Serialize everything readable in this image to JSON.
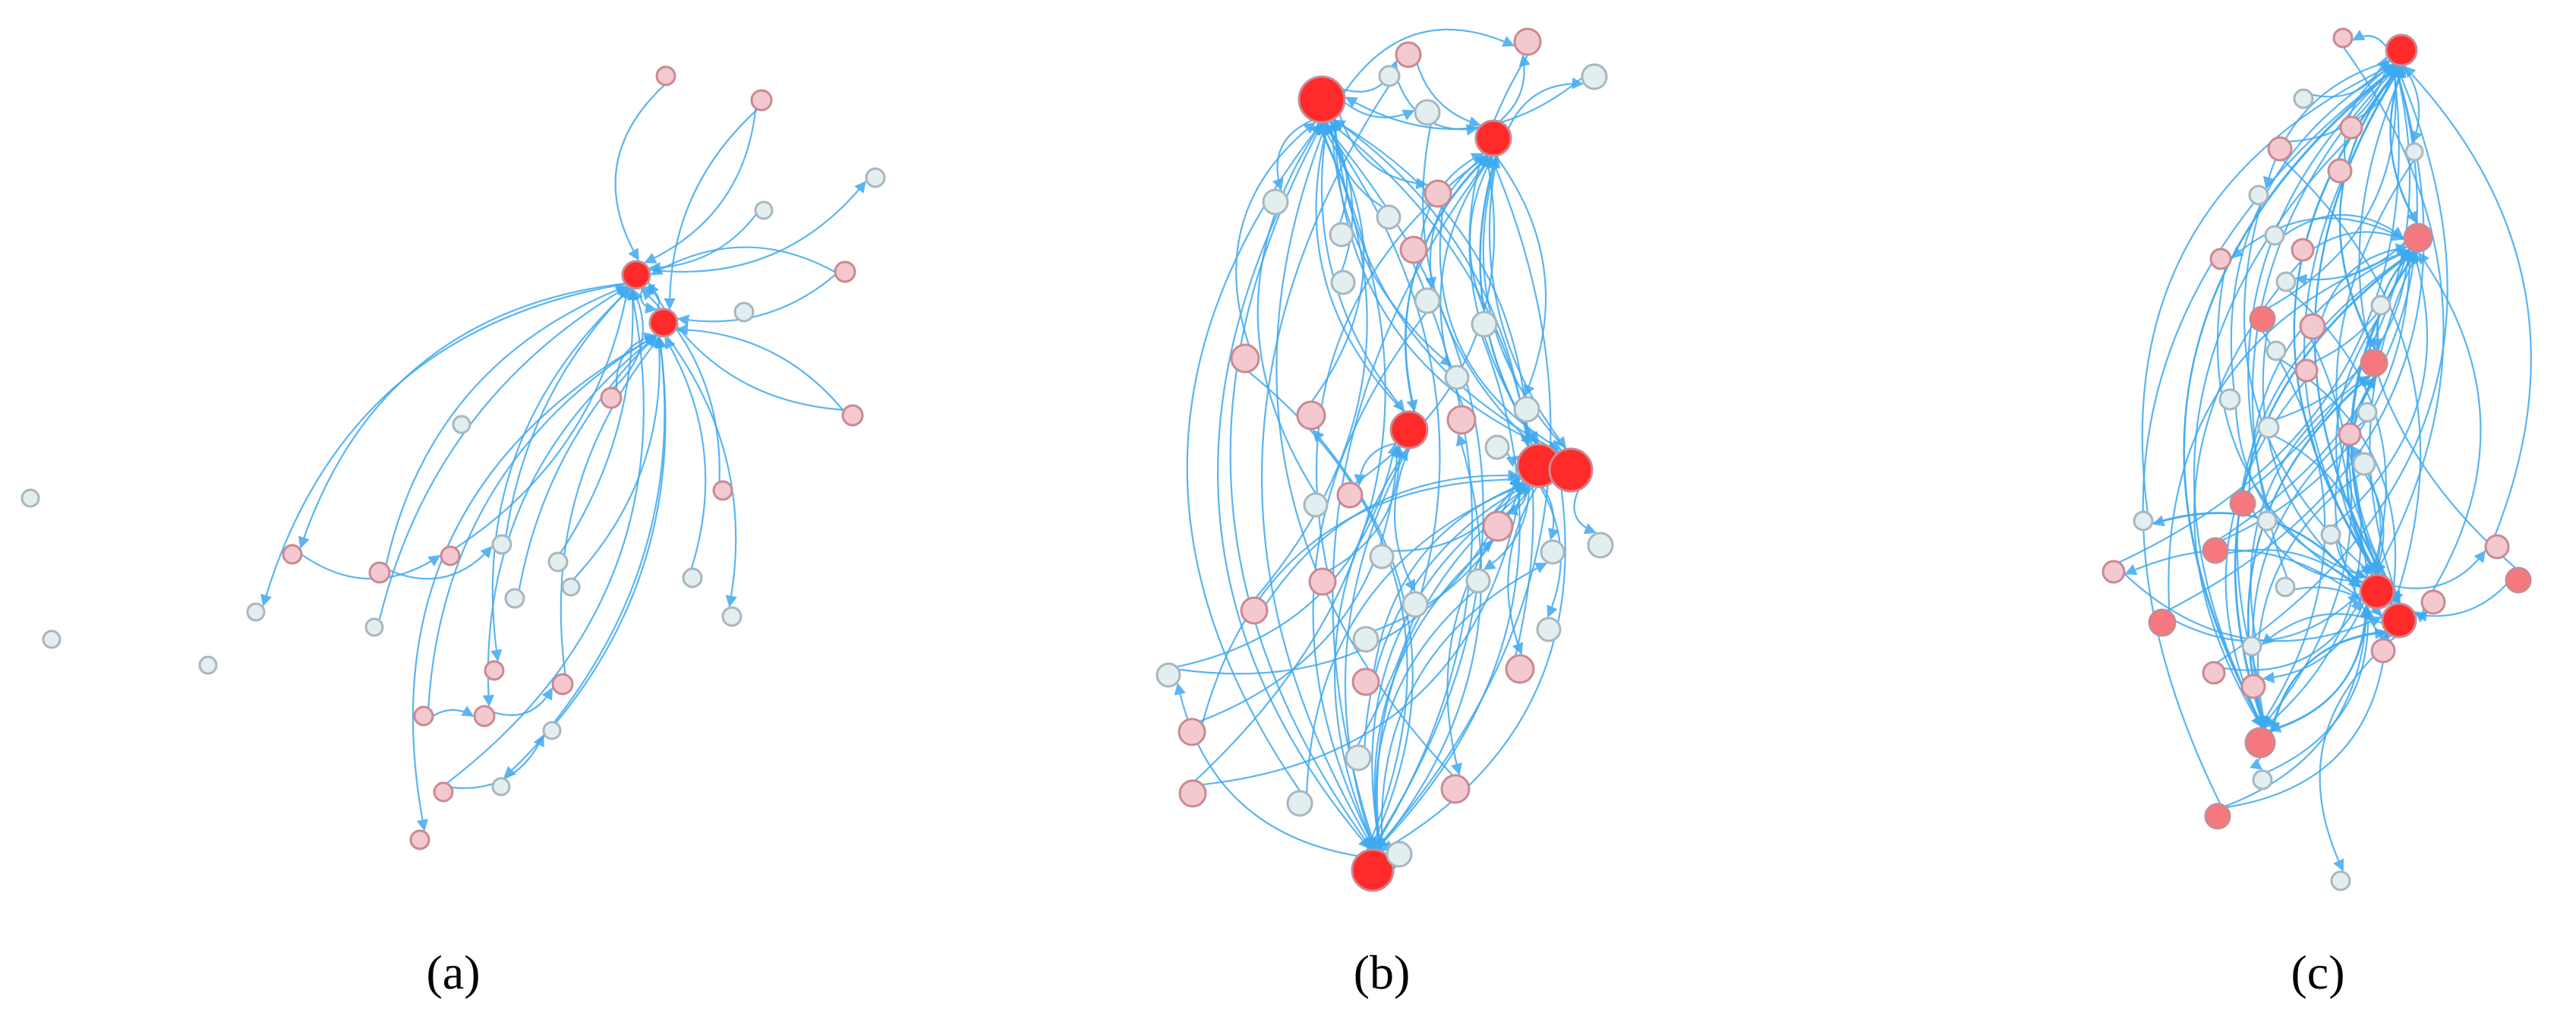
{
  "figure": {
    "panels": [
      {
        "id": "a",
        "caption": "(a)"
      },
      {
        "id": "b",
        "caption": "(b)"
      },
      {
        "id": "c",
        "caption": "(c)"
      }
    ]
  },
  "colors": {
    "edge": "#3FA9F0",
    "node_high": "#FF2A2A",
    "node_mid": "#F5787E",
    "node_low": "#F3C9CF",
    "node_none": "#E3EEF0",
    "node_stroke_pink": "#C98A92",
    "node_stroke_grey": "#A9B7BD"
  }
}
